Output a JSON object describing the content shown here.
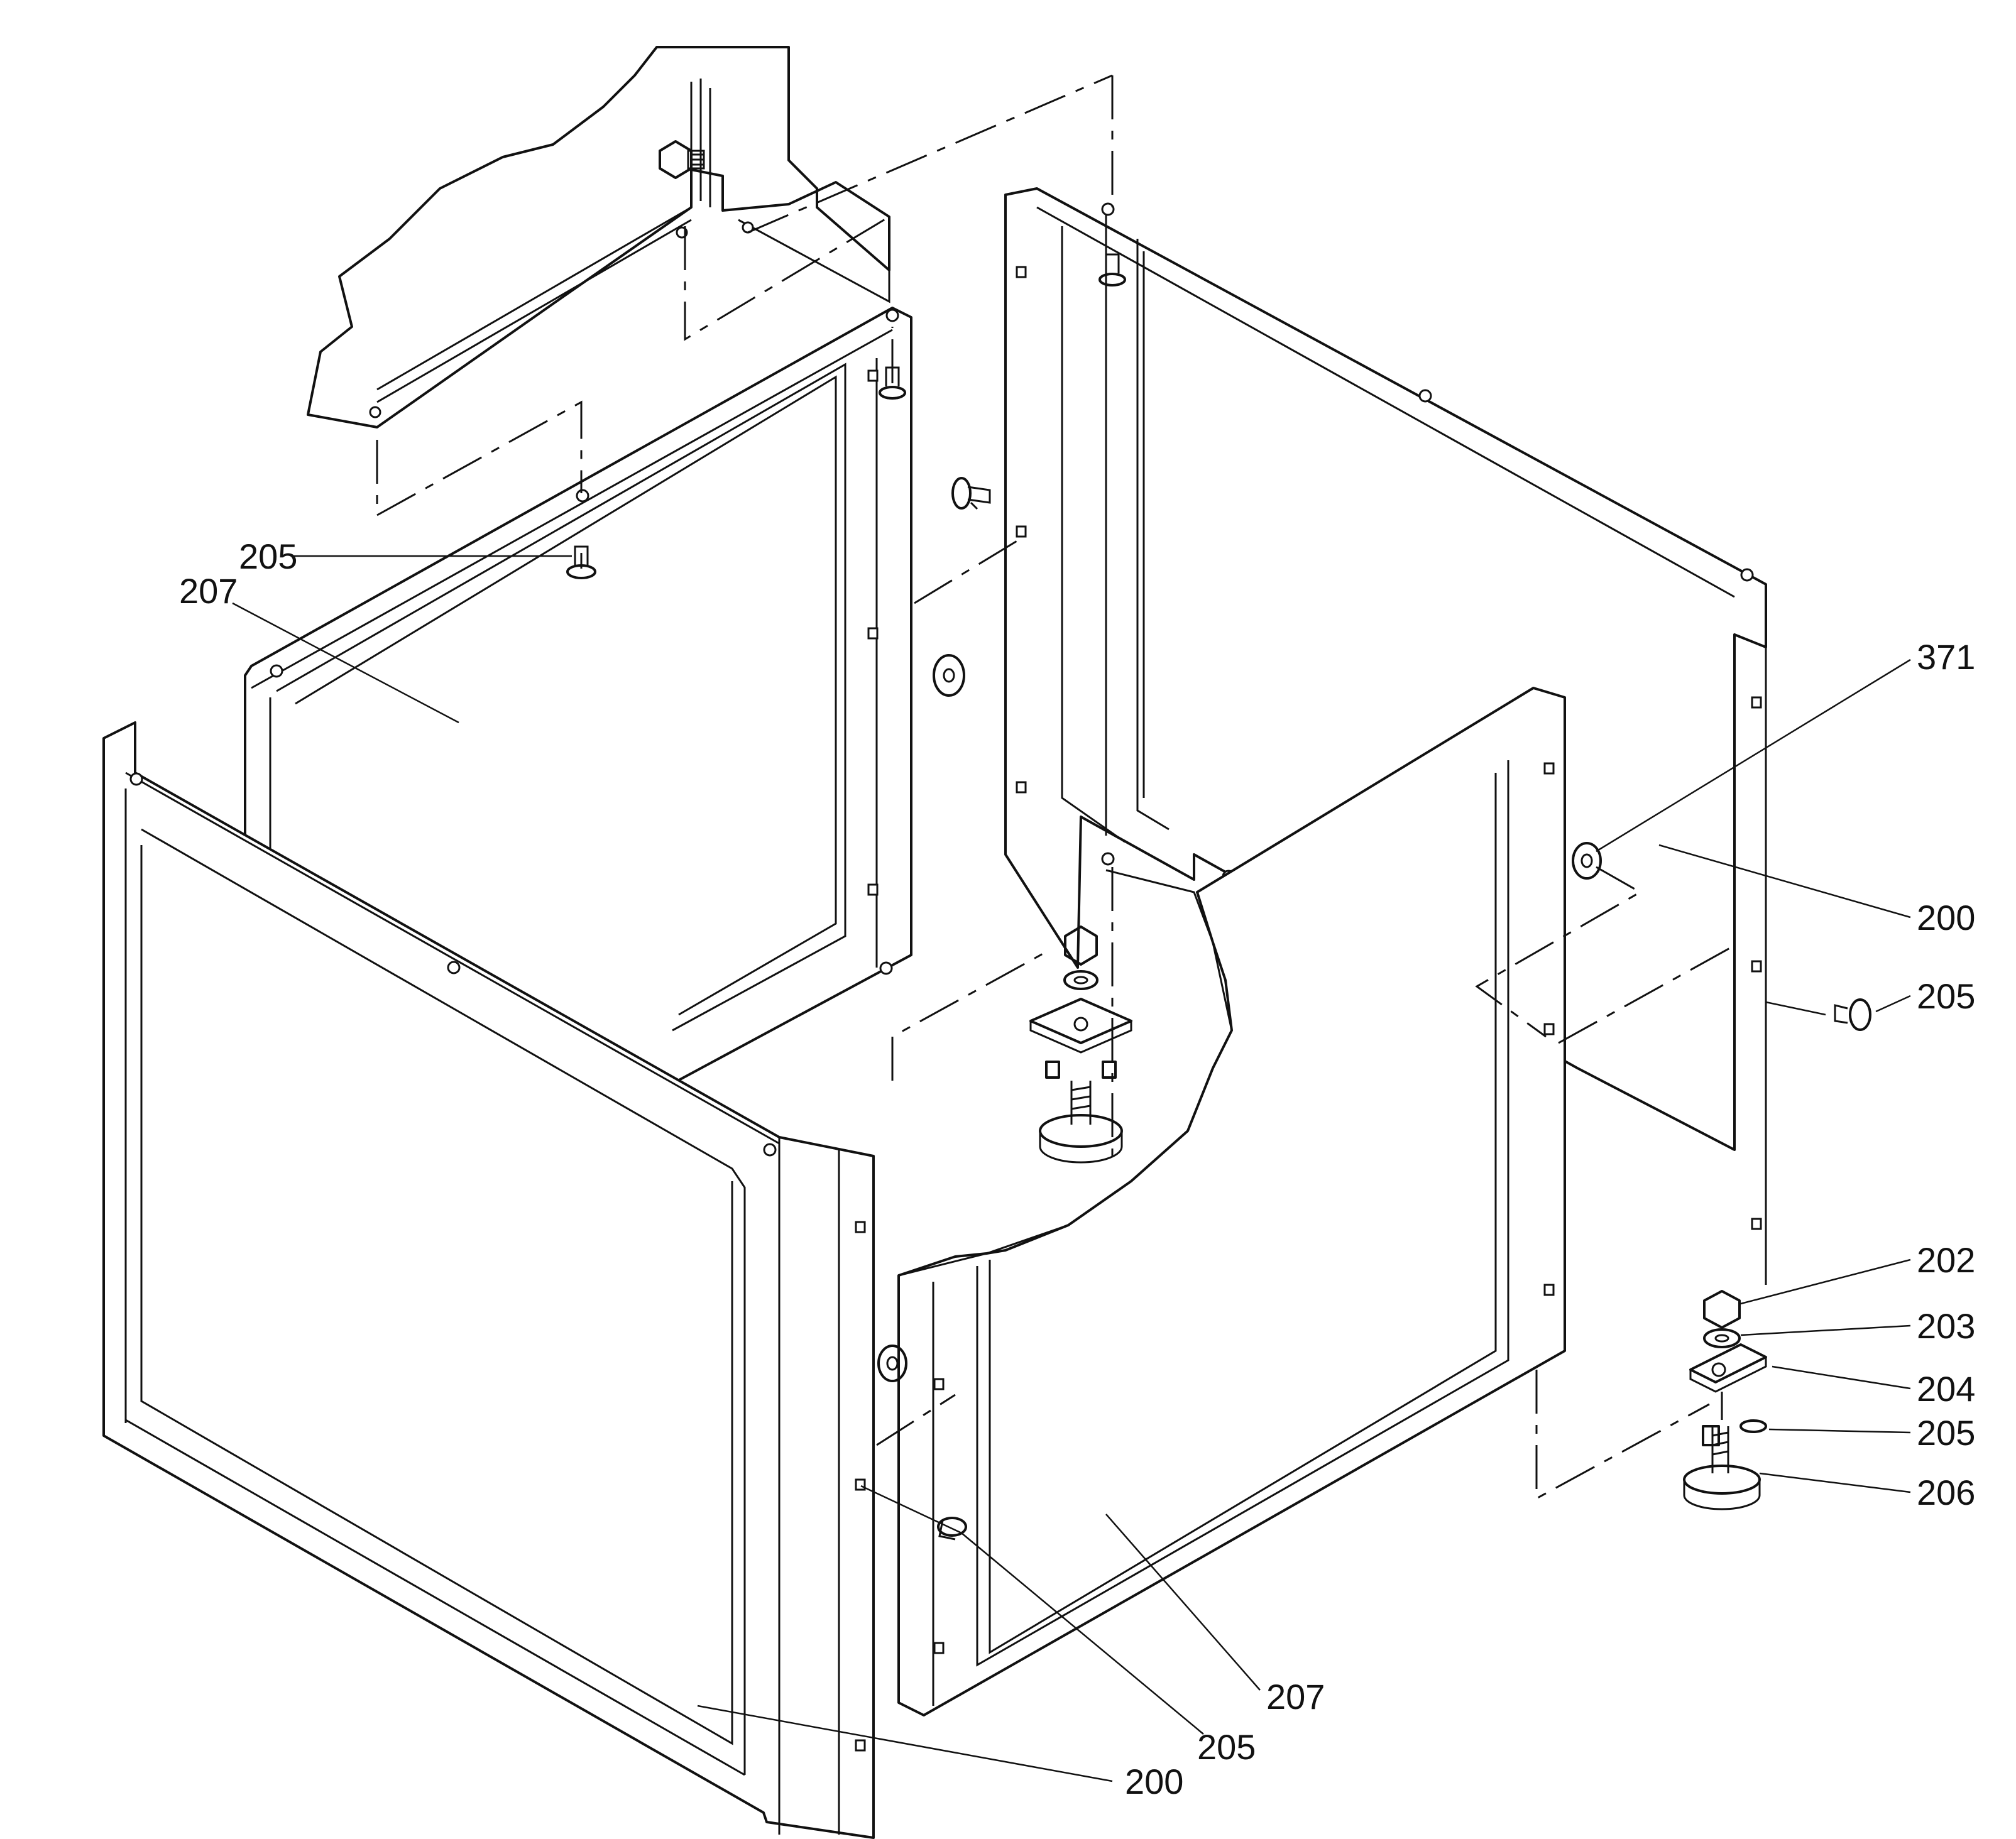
{
  "diagram": {
    "callouts": [
      {
        "id": "c205a",
        "text": "205"
      },
      {
        "id": "c207a",
        "text": "207"
      },
      {
        "id": "c371",
        "text": "371"
      },
      {
        "id": "c200a",
        "text": "200"
      },
      {
        "id": "c205b",
        "text": "205"
      },
      {
        "id": "c202",
        "text": "202"
      },
      {
        "id": "c203",
        "text": "203"
      },
      {
        "id": "c204",
        "text": "204"
      },
      {
        "id": "c205c",
        "text": "205"
      },
      {
        "id": "c206",
        "text": "206"
      },
      {
        "id": "c207b",
        "text": "207"
      },
      {
        "id": "c205d",
        "text": "205"
      },
      {
        "id": "c200b",
        "text": "200"
      }
    ]
  }
}
